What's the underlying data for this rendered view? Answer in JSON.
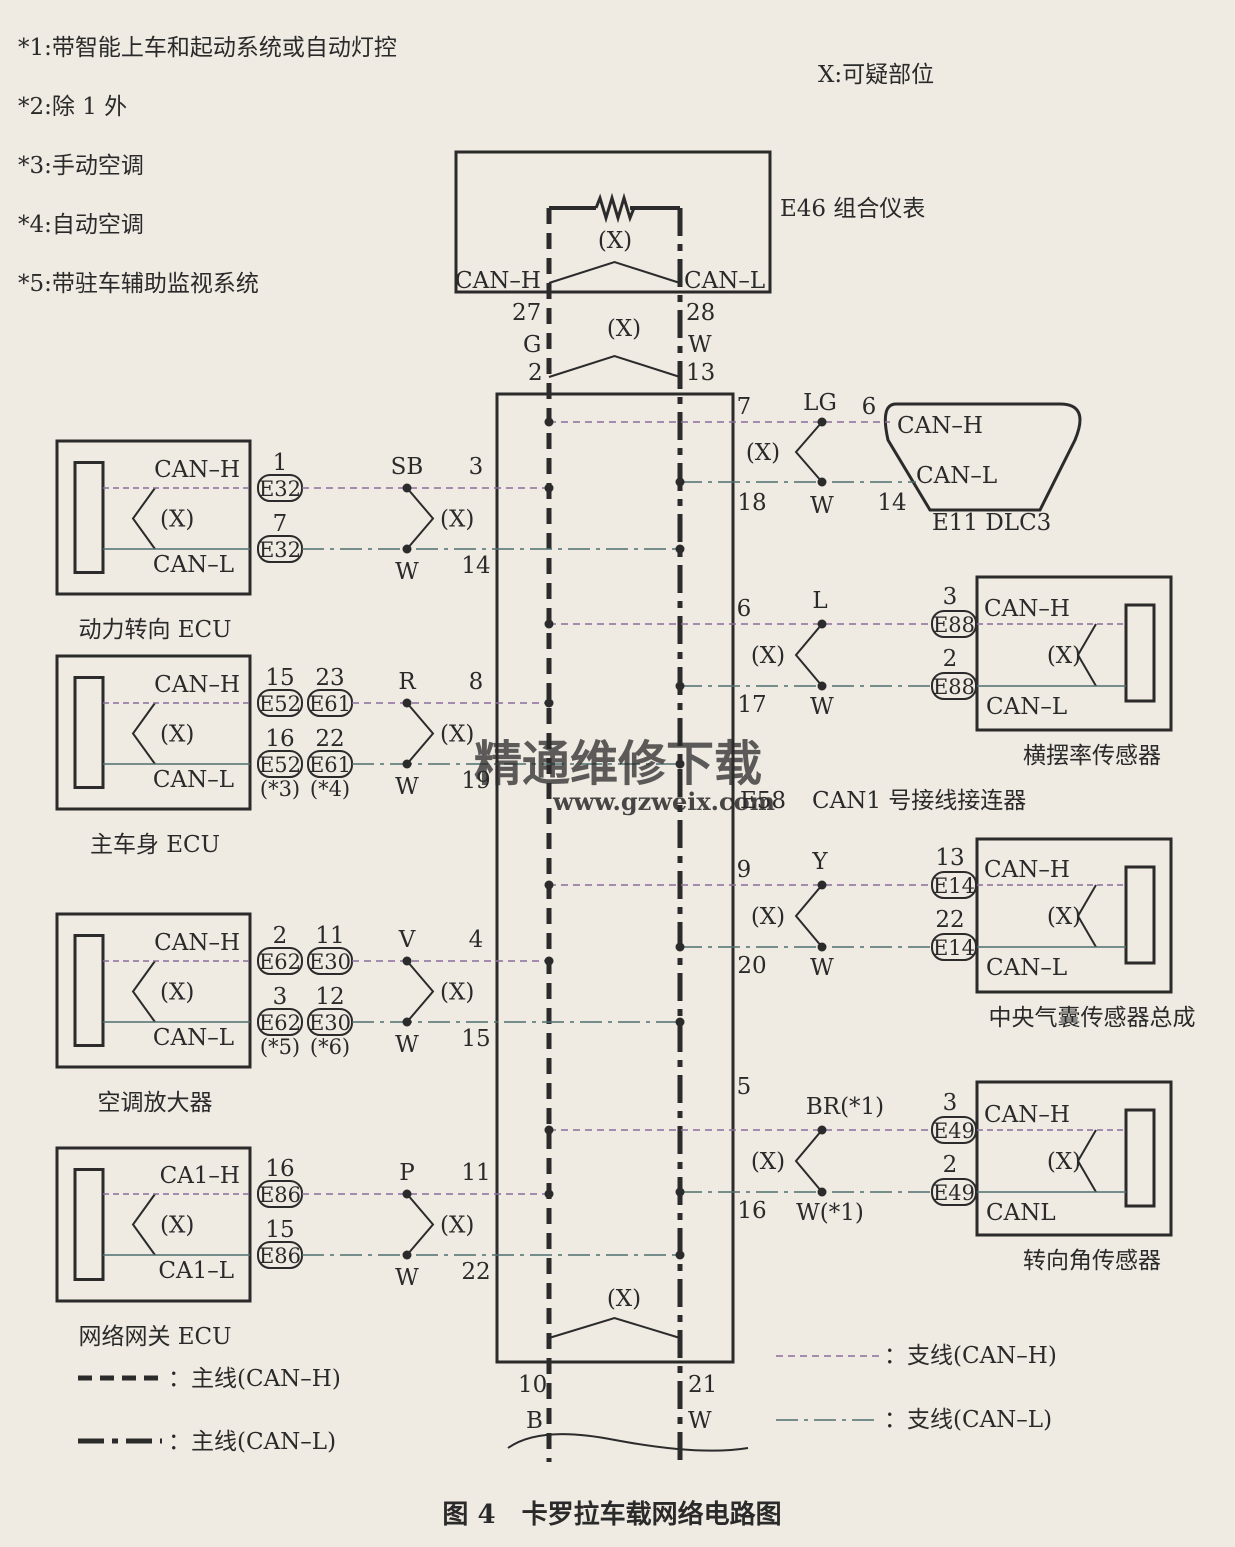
{
  "notes": [
    {
      "key": "*1",
      "text": "带智能上车和起动系统或自动灯控"
    },
    {
      "key": "*2",
      "text": "除 1 外"
    },
    {
      "key": "*3",
      "text": "手动空调"
    },
    {
      "key": "*4",
      "text": "自动空调"
    },
    {
      "key": "*5",
      "text": "带驻车辅助监视系统"
    }
  ],
  "note_sep": ":",
  "legend_x": "X:可疑部位",
  "meter": {
    "code": "E46 组合仪表",
    "h_label": "CAN–H",
    "l_label": "CAN–L",
    "h_pin": "27",
    "l_pin": "28",
    "h_color": "G",
    "l_color": "W",
    "h_jpin": "2",
    "l_jpin": "13"
  },
  "junction": {
    "label": "E58",
    "name": "CAN1 号接线接连器",
    "bottom_h_pin": "10",
    "bottom_l_pin": "21",
    "bottom_h_color": "B",
    "bottom_l_color": "W"
  },
  "suspect": "(X)",
  "dlc": {
    "name": "E11 DLC3",
    "h_label": "CAN–H",
    "l_label": "CAN–L",
    "h_pin": "6",
    "l_pin": "14",
    "h_jpin": "7",
    "l_jpin": "18",
    "h_color": "LG",
    "l_color": "W"
  },
  "left_ecus": [
    {
      "name": "动力转向 ECU",
      "h_label": "CAN–H",
      "l_label": "CAN–L",
      "h_conn": [
        "E32"
      ],
      "l_conn": [
        "E32"
      ],
      "h_pins": [
        "1"
      ],
      "l_pins": [
        "7"
      ],
      "h_color": "SB",
      "l_color": "W",
      "h_jpin": "3",
      "l_jpin": "14",
      "notes": []
    },
    {
      "name": "主车身 ECU",
      "h_label": "CAN–H",
      "l_label": "CAN–L",
      "h_conn": [
        "E52",
        "E61"
      ],
      "l_conn": [
        "E52",
        "E61"
      ],
      "h_pins": [
        "15",
        "23"
      ],
      "l_pins": [
        "16",
        "22"
      ],
      "h_color": "R",
      "l_color": "W",
      "h_jpin": "8",
      "l_jpin": "19",
      "notes": [
        "(*3)",
        "(*4)"
      ]
    },
    {
      "name": "空调放大器",
      "h_label": "CAN–H",
      "l_label": "CAN–L",
      "h_conn": [
        "E62",
        "E30"
      ],
      "l_conn": [
        "E62",
        "E30"
      ],
      "h_pins": [
        "2",
        "11"
      ],
      "l_pins": [
        "3",
        "12"
      ],
      "h_color": "V",
      "l_color": "W",
      "h_jpin": "4",
      "l_jpin": "15",
      "notes": [
        "(*5)",
        "(*6)"
      ]
    },
    {
      "name": "网络网关 ECU",
      "h_label": "CA1–H",
      "l_label": "CA1–L",
      "h_conn": [
        "E86"
      ],
      "l_conn": [
        "E86"
      ],
      "h_pins": [
        "16"
      ],
      "l_pins": [
        "15"
      ],
      "h_color": "P",
      "l_color": "W",
      "h_jpin": "11",
      "l_jpin": "22",
      "notes": []
    }
  ],
  "right_sensors": [
    {
      "name": "横摆率传感器",
      "h_label": "CAN–H",
      "l_label": "CAN–L",
      "h_conn": "E88",
      "l_conn": "E88",
      "h_pin": "3",
      "l_pin": "2",
      "h_color": "L",
      "l_color": "W",
      "h_jpin": "6",
      "l_jpin": "17"
    },
    {
      "name": "中央气囊传感器总成",
      "h_label": "CAN–H",
      "l_label": "CAN–L",
      "h_conn": "E14",
      "l_conn": "E14",
      "h_pin": "13",
      "l_pin": "22",
      "h_color": "Y",
      "l_color": "W",
      "h_jpin": "9",
      "l_jpin": "20"
    },
    {
      "name": "转向角传感器",
      "h_label": "CAN–H",
      "l_label": "CANL",
      "h_conn": "E49",
      "l_conn": "E49",
      "h_pin": "3",
      "l_pin": "2",
      "h_color": "BR(*1)",
      "l_color": "W(*1)",
      "h_jpin": "5",
      "l_jpin": "16"
    }
  ],
  "legend": [
    {
      "style": "main-h",
      "text": "主线(CAN–H)"
    },
    {
      "style": "main-l",
      "text": "主线(CAN–L)"
    },
    {
      "style": "branch-h",
      "text": "支线(CAN–H)"
    },
    {
      "style": "branch-l",
      "text": "支线(CAN–L)"
    }
  ],
  "legend_sep": "：",
  "caption": "图 4　卡罗拉车载网络电路图",
  "watermark": {
    "cn": "精通维修下载",
    "url": "www.gzweix.com"
  },
  "colors": {
    "line": "#2b2b2b",
    "branch_h": "#8a6d9c",
    "branch_l": "#4e6f6e",
    "paper": "#efeae2",
    "watermark": "#f3b9a0"
  }
}
